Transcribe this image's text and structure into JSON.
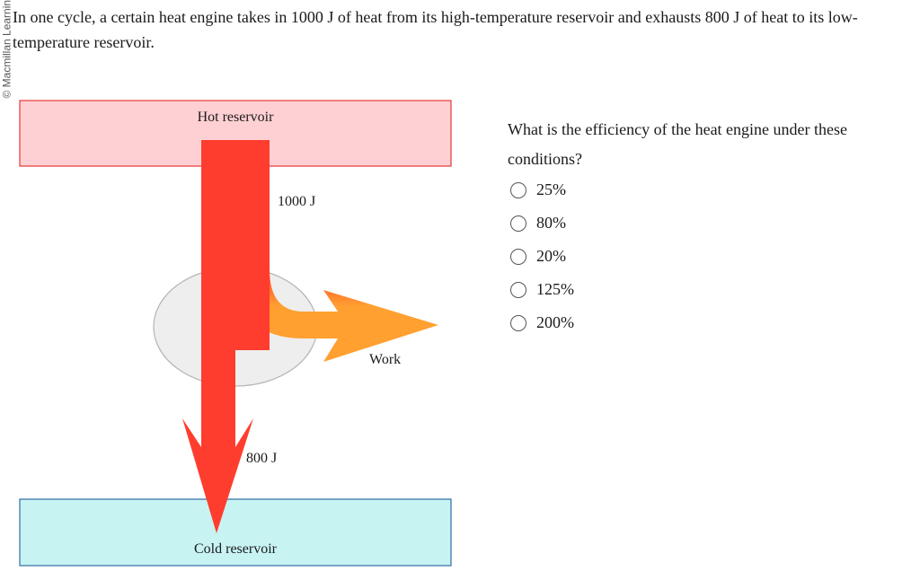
{
  "credit": "© Macmillan Learning",
  "question": "In one cycle, a certain heat engine takes in 1000 J of heat from its high-temperature reservoir and exhausts 800 J of heat to its low-temperature reservoir.",
  "diagram": {
    "hot_label": "Hot reservoir",
    "cold_label": "Cold reservoir",
    "heat_in_label": "1000 J",
    "heat_out_label": "800 J",
    "work_label": "Work",
    "colors": {
      "hot_reservoir": "#ffd0d3",
      "hot_border": "#e53935",
      "cold_reservoir": "#c8f3f3",
      "cold_border": "#2e6da4",
      "heat_arrow": "#ff3d2e",
      "work_arrow": "#ffa030",
      "engine": "#eeeeee"
    }
  },
  "prompt": "What is the efficiency of the heat engine under these conditions?",
  "choices": [
    {
      "label": "25%"
    },
    {
      "label": "80%"
    },
    {
      "label": "20%"
    },
    {
      "label": "125%"
    },
    {
      "label": "200%"
    }
  ]
}
